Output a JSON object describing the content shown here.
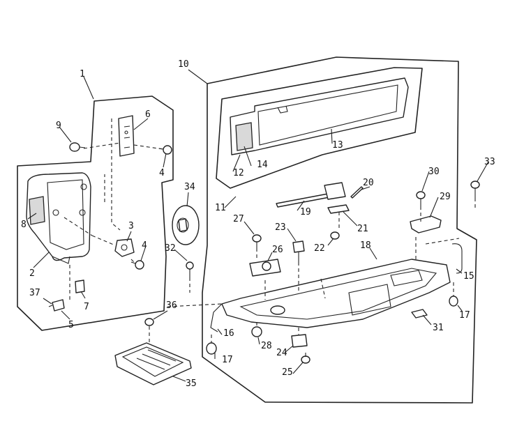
{
  "diagram": {
    "type": "exploded-parts-diagram",
    "part_labels": {
      "p1": "1",
      "p2": "2",
      "p3": "3",
      "p4a": "4",
      "p4b": "4",
      "p5": "5",
      "p6": "6",
      "p7": "7",
      "p8": "8",
      "p9": "9",
      "p10": "10",
      "p11": "11",
      "p12": "12",
      "p13": "13",
      "p14": "14",
      "p15": "15",
      "p16": "16",
      "p17a": "17",
      "p17b": "17",
      "p18": "18",
      "p19": "19",
      "p20": "20",
      "p21": "21",
      "p22": "22",
      "p23": "23",
      "p24": "24",
      "p25": "25",
      "p26": "26",
      "p27": "27",
      "p28": "28",
      "p29": "29",
      "p30": "30",
      "p31": "31",
      "p32": "32",
      "p33": "33",
      "p34": "34",
      "p35": "35",
      "p36": "36",
      "p37": "37"
    },
    "line_color": "#222222",
    "background": "#ffffff"
  }
}
